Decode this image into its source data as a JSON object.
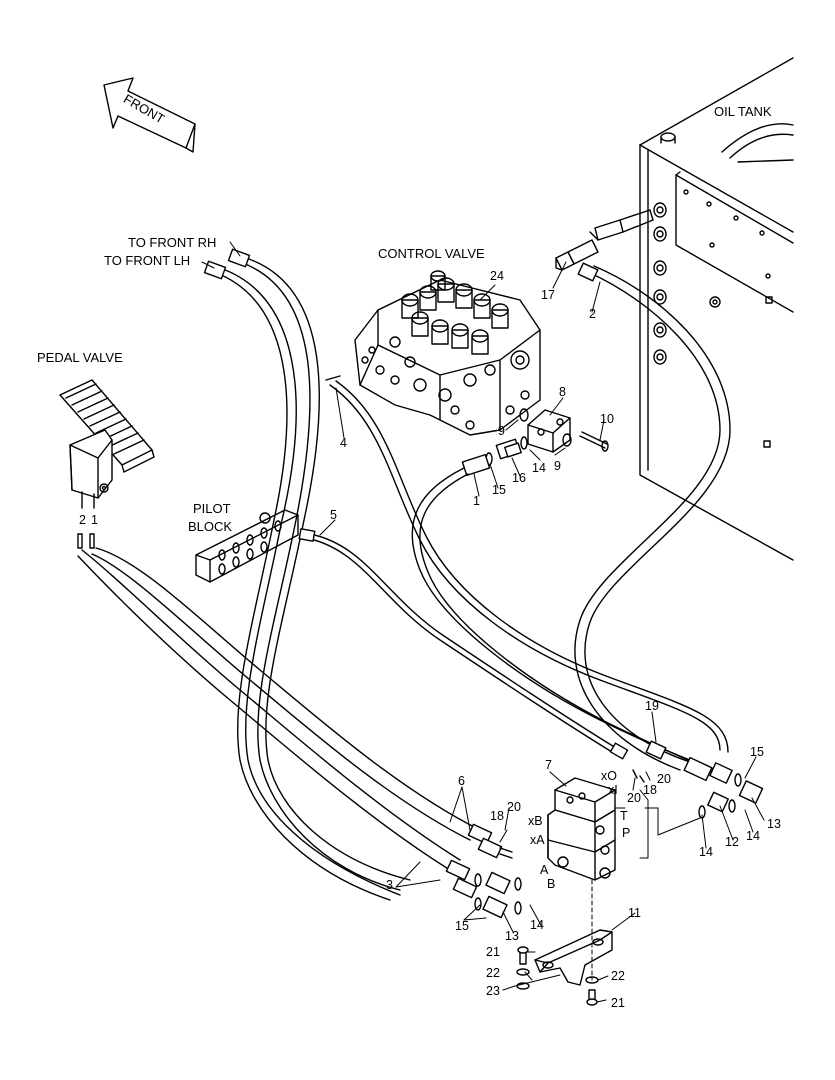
{
  "labels": {
    "front": "FRONT",
    "oil_tank": "OIL TANK",
    "to_front_rh": "TO FRONT RH",
    "to_front_lh": "TO FRONT LH",
    "control_valve": "CONTROL VALVE",
    "pedal_valve": "PEDAL VALVE",
    "pilot": "PILOT",
    "block": "BLOCK"
  },
  "callouts": {
    "n24": "24",
    "n17": "17",
    "n2a": "2",
    "n4": "4",
    "n8": "8",
    "n9a": "9",
    "n9b": "9",
    "n10": "10",
    "n14a": "14",
    "n16": "16",
    "n15a": "15",
    "n1a": "1",
    "n5": "5",
    "n2b": "2",
    "n1b": "1",
    "n19": "19",
    "n15b": "15",
    "n7": "7",
    "n20a": "20",
    "n20b": "20",
    "n18a": "18",
    "n18b": "18",
    "n20c": "20",
    "n6": "6",
    "n13a": "13",
    "n14b": "14",
    "n12": "12",
    "n14c": "14",
    "n3": "3",
    "n14d": "14",
    "n15c": "15",
    "n13b": "13",
    "n11": "11",
    "n21a": "21",
    "n22a": "22",
    "n23": "23",
    "n22b": "22",
    "n21b": "21"
  },
  "port_labels": {
    "xO": "xO",
    "xI": "xI",
    "xB": "xB",
    "xA": "xA",
    "T": "T",
    "P": "P",
    "A": "A",
    "B": "B"
  }
}
